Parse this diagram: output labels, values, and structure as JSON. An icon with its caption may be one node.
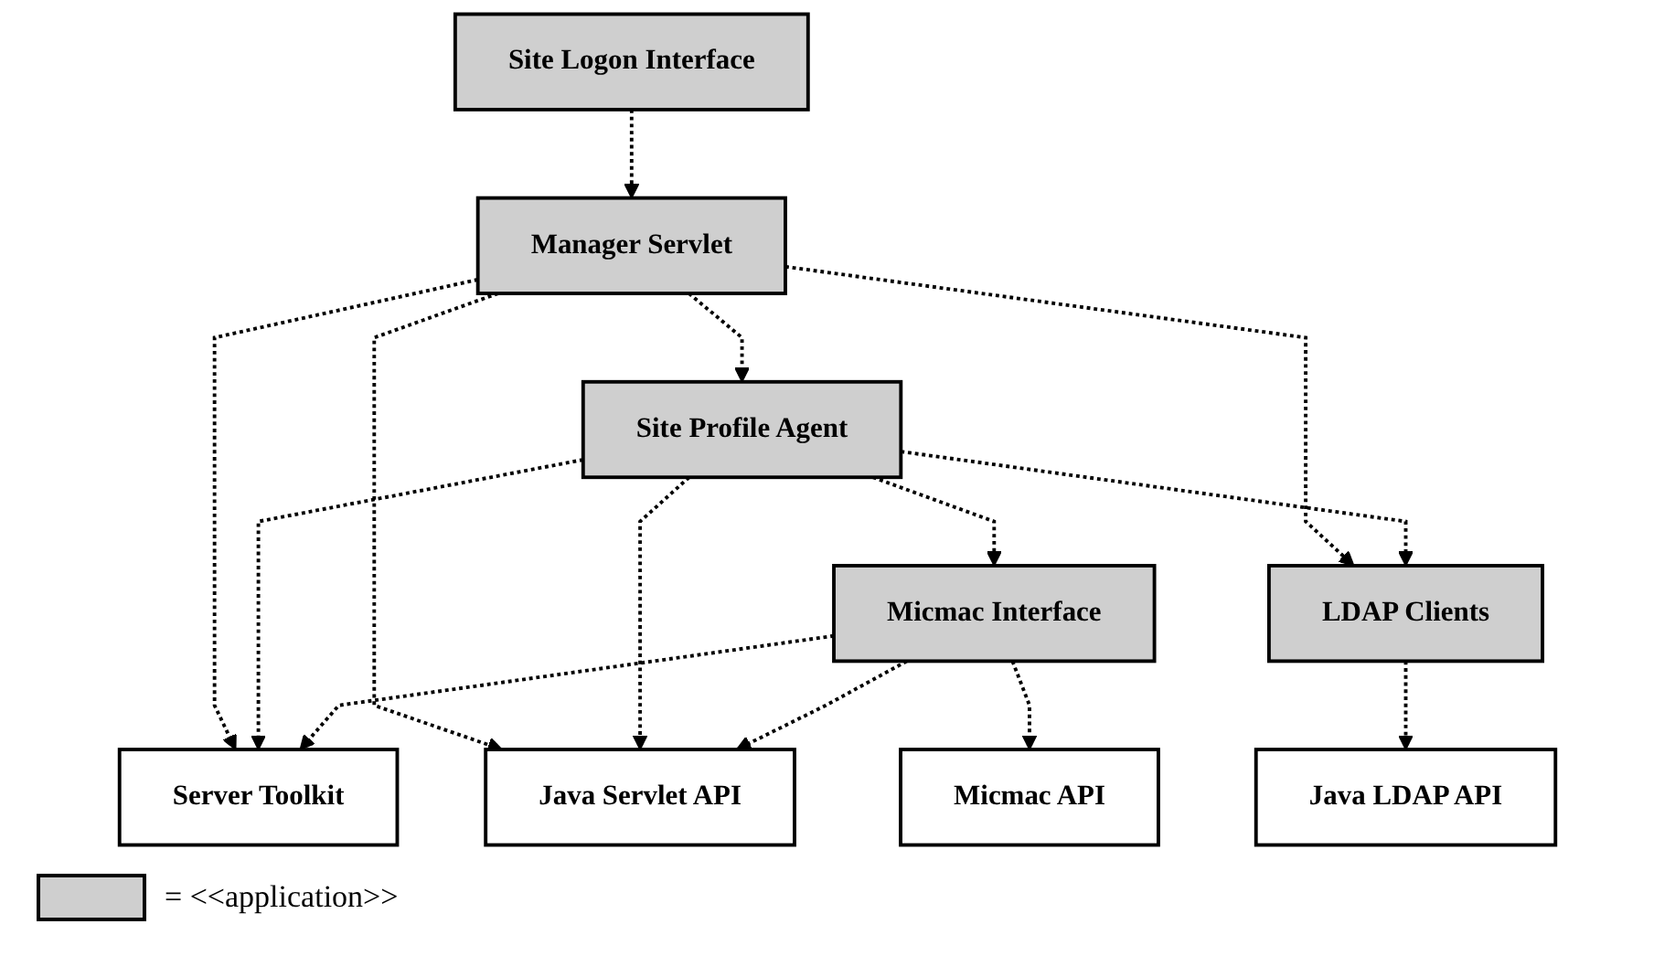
{
  "diagram": {
    "nodes": [
      {
        "text": [
          "Server Toolkit"
        ]
      },
      {
        "text": [
          "Java Servlet API"
        ]
      },
      {
        "text": [
          "Micmac API"
        ]
      },
      {
        "text": [
          "Manager Servlet"
        ]
      },
      {
        "text": [
          "Site Profile Agent"
        ]
      },
      {
        "text": [
          "Micmac Interface"
        ]
      },
      {
        "text": [
          "Site Logon Interface"
        ]
      },
      {
        "text": [
          "LDAP Clients"
        ]
      },
      {
        "text": [
          "Java LDAP API"
        ]
      }
    ],
    "edges": [
      {
        "from": 3,
        "to": 0,
        "arrow": "to",
        "style": "dashed"
      },
      {
        "from": 3,
        "to": 1,
        "arrow": "to",
        "style": "dashed"
      },
      {
        "from": 3,
        "to": 4,
        "arrow": "to",
        "style": "dashed"
      },
      {
        "from": 3,
        "to": 7,
        "arrow": "to",
        "style": "dashed"
      },
      {
        "from": 6,
        "to": 3,
        "arrow": "to",
        "style": "dashed"
      },
      {
        "from": 4,
        "to": 1,
        "arrow": "to",
        "style": "dashed"
      },
      {
        "from": 4,
        "to": 0,
        "arrow": "to",
        "style": "dashed"
      },
      {
        "from": 4,
        "to": 5,
        "arrow": "to",
        "style": "dashed"
      },
      {
        "from": 4,
        "to": 7,
        "arrow": "to",
        "style": "dashed"
      },
      {
        "from": 5,
        "to": 2,
        "arrow": "to",
        "style": "dashed"
      },
      {
        "from": 5,
        "to": 1,
        "arrow": "to",
        "style": "dashed"
      },
      {
        "from": 5,
        "to": 0,
        "arrow": "to",
        "style": "dashed"
      },
      {
        "from": 7,
        "to": 8,
        "arrow": "to",
        "style": "dashed"
      }
    ],
    "legend": [
      {
        "text": "= <<application>>"
      }
    ]
  }
}
